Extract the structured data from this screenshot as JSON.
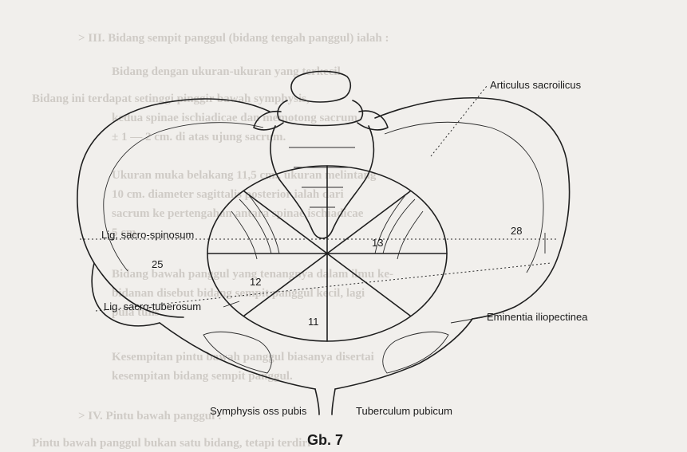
{
  "background_text": [
    "> III. Bidang sempit panggul (bidang tengah panggul) ialah :",
    "Bidang dengan ukuran-ukuran yang terkecil.",
    "Bidang ini terdapat setinggi pinggir bawah symphysis,",
    "kedua spinae ischiadicae dan memotong sacrum",
    "± 1 — 2 cm. di atas ujung sacrum.",
    "Ukuran muka belakang 11,5 cm., ukuran melintang",
    "10 cm. diameter sagittalis posterior ialah dari",
    "sacrum ke pertengahan antara spinae ischiadicae",
    "5 cm.",
    "Bidang bawah panggul yang tenangnya dalam ilmu ke-",
    "bidanan disebut bidang sempit panggul kecil, lagi",
    "pula tulis",
    "Kesempitan pintu bawah panggul biasanya disertai",
    "kesempitan bidang sempit panggul.",
    "> IV. Pintu bawah panggul :",
    "Pintu bawah panggul bukan satu bidang, tetapi terdiri"
  ],
  "labels": {
    "articulus": "Articulus sacroilicus",
    "lig_spinosum": "Lig. sacro-spinosum",
    "lig_tuberosum": "Lig. sacro-tuberosum",
    "eminentia": "Eminentia iliopectinea",
    "symphysis": "Symphysis oss pubis",
    "tuberculum": "Tuberculum pubicum"
  },
  "measurements": {
    "m28": "28",
    "m25": "25",
    "m13": "13",
    "m12": "12",
    "m11": "11"
  },
  "figure_caption": "Gb. 7",
  "colors": {
    "paper": "#f1efec",
    "ink": "#1f1f1f",
    "bleed": "#cfcbc6"
  }
}
